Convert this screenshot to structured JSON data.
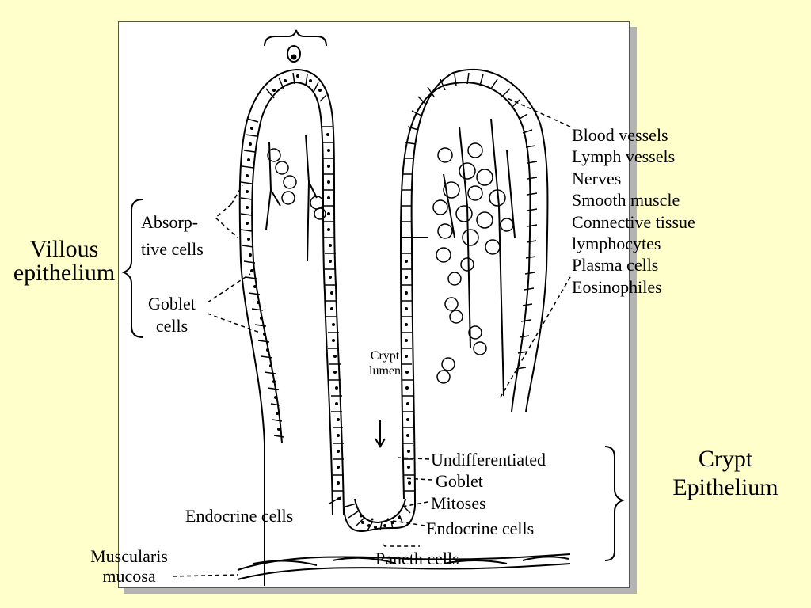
{
  "labels": {
    "villous_epithelium": [
      "Villous",
      "epithelium"
    ],
    "absorptive_cells": [
      "Absorp-",
      "tive cells"
    ],
    "goblet_cells": [
      "Goblet",
      "cells"
    ],
    "crypt_lumen": [
      "Crypt",
      "lumen"
    ],
    "lamina_propria": [
      "Blood vessels",
      "Lymph vessels",
      "Nerves",
      "Smooth muscle",
      "Connective tissue",
      "lymphocytes",
      "Plasma cells",
      "Eosinophiles"
    ],
    "crypt_cells": [
      "Undifferentiated",
      "Goblet",
      "Mitoses",
      "Endocrine cells"
    ],
    "crypt_epithelium": [
      "Crypt",
      "Epithelium"
    ],
    "endocrine_cells_left": "Endocrine cells",
    "paneth_cells": "Paneth cells",
    "muscularis_mucosa": [
      "Muscularis",
      "mucosa"
    ]
  },
  "colors": {
    "background": "#ffffcc",
    "panel": "#ffffff",
    "shadow": "#b4b4b4",
    "ink": "#000000"
  }
}
